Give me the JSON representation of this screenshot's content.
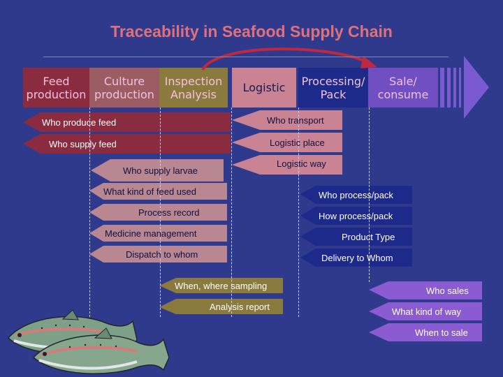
{
  "title": "Traceability in Seafood Supply Chain",
  "stages": [
    {
      "line1": "Feed",
      "line2": "production"
    },
    {
      "line1": "Culture",
      "line2": "production"
    },
    {
      "line1": "Inspection",
      "line2": "Analysis"
    },
    {
      "line1": "Logistic",
      "line2": ""
    },
    {
      "line1": "Processing/",
      "line2": "Pack"
    },
    {
      "line1": "Sale/",
      "line2": "consume"
    }
  ],
  "feed_items": [
    "Who produce feed",
    "Who supply feed"
  ],
  "culture_items": [
    "Who supply larvae",
    "What kind of feed used",
    "Process record",
    "Medicine management",
    "Dispatch to whom"
  ],
  "inspection_items": [
    "When, where sampling",
    "Analysis report"
  ],
  "logistic_items": [
    "Who transport",
    "Logistic place",
    "Logistic way"
  ],
  "processing_items": [
    "Who process/pack",
    "How process/pack",
    "Product Type",
    "Delivery to Whom"
  ],
  "sale_items": [
    "Who sales",
    "What kind of way",
    "When to sale"
  ],
  "colors": {
    "background": "#2f3a8c",
    "title": "#e0707a",
    "feed": "#8a2b3f",
    "culture": "#b88791",
    "inspection": "#8a7a3d",
    "logistic": "#c98393",
    "processing": "#1d2a8a",
    "sale": "#8a5bd1",
    "arrow": "#c02840"
  }
}
